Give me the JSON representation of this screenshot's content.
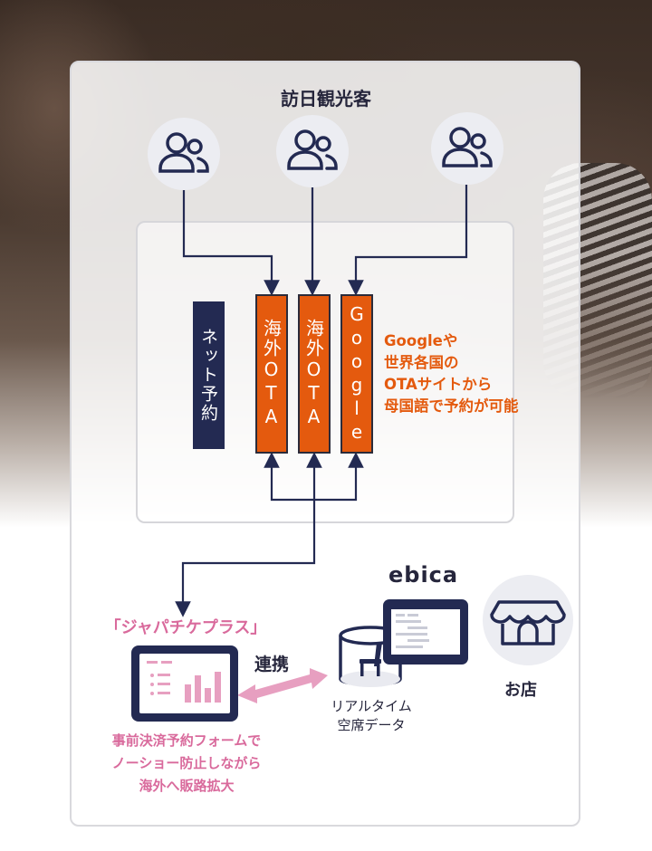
{
  "title": "訪日観光客",
  "net_label": "ネット予約",
  "channels": [
    {
      "label": "海外OTA"
    },
    {
      "label": "海外OTA"
    },
    {
      "label": "Google"
    }
  ],
  "channel_note": "Googleや\n世界各国の\nOTAサイトから\n母国語で予約が可能",
  "japa": {
    "title": "「ジャパチケプラス」",
    "note": "事前決済予約フォームで\nノーショー防止しながら\n海外へ販路拡大"
  },
  "link_label": "連携",
  "realtime_label": "リアルタイム\n空席データ",
  "ebica_label": "ebica",
  "shop_label": "お店",
  "icons": [
    "users-icon",
    "tablet-chart-icon",
    "chair-database-icon",
    "monitor-icon",
    "shop-icon"
  ],
  "colors": {
    "navy": "#232a52",
    "orange": "#e45a0e",
    "pink": "#d96a9c",
    "text": "#26263c"
  }
}
